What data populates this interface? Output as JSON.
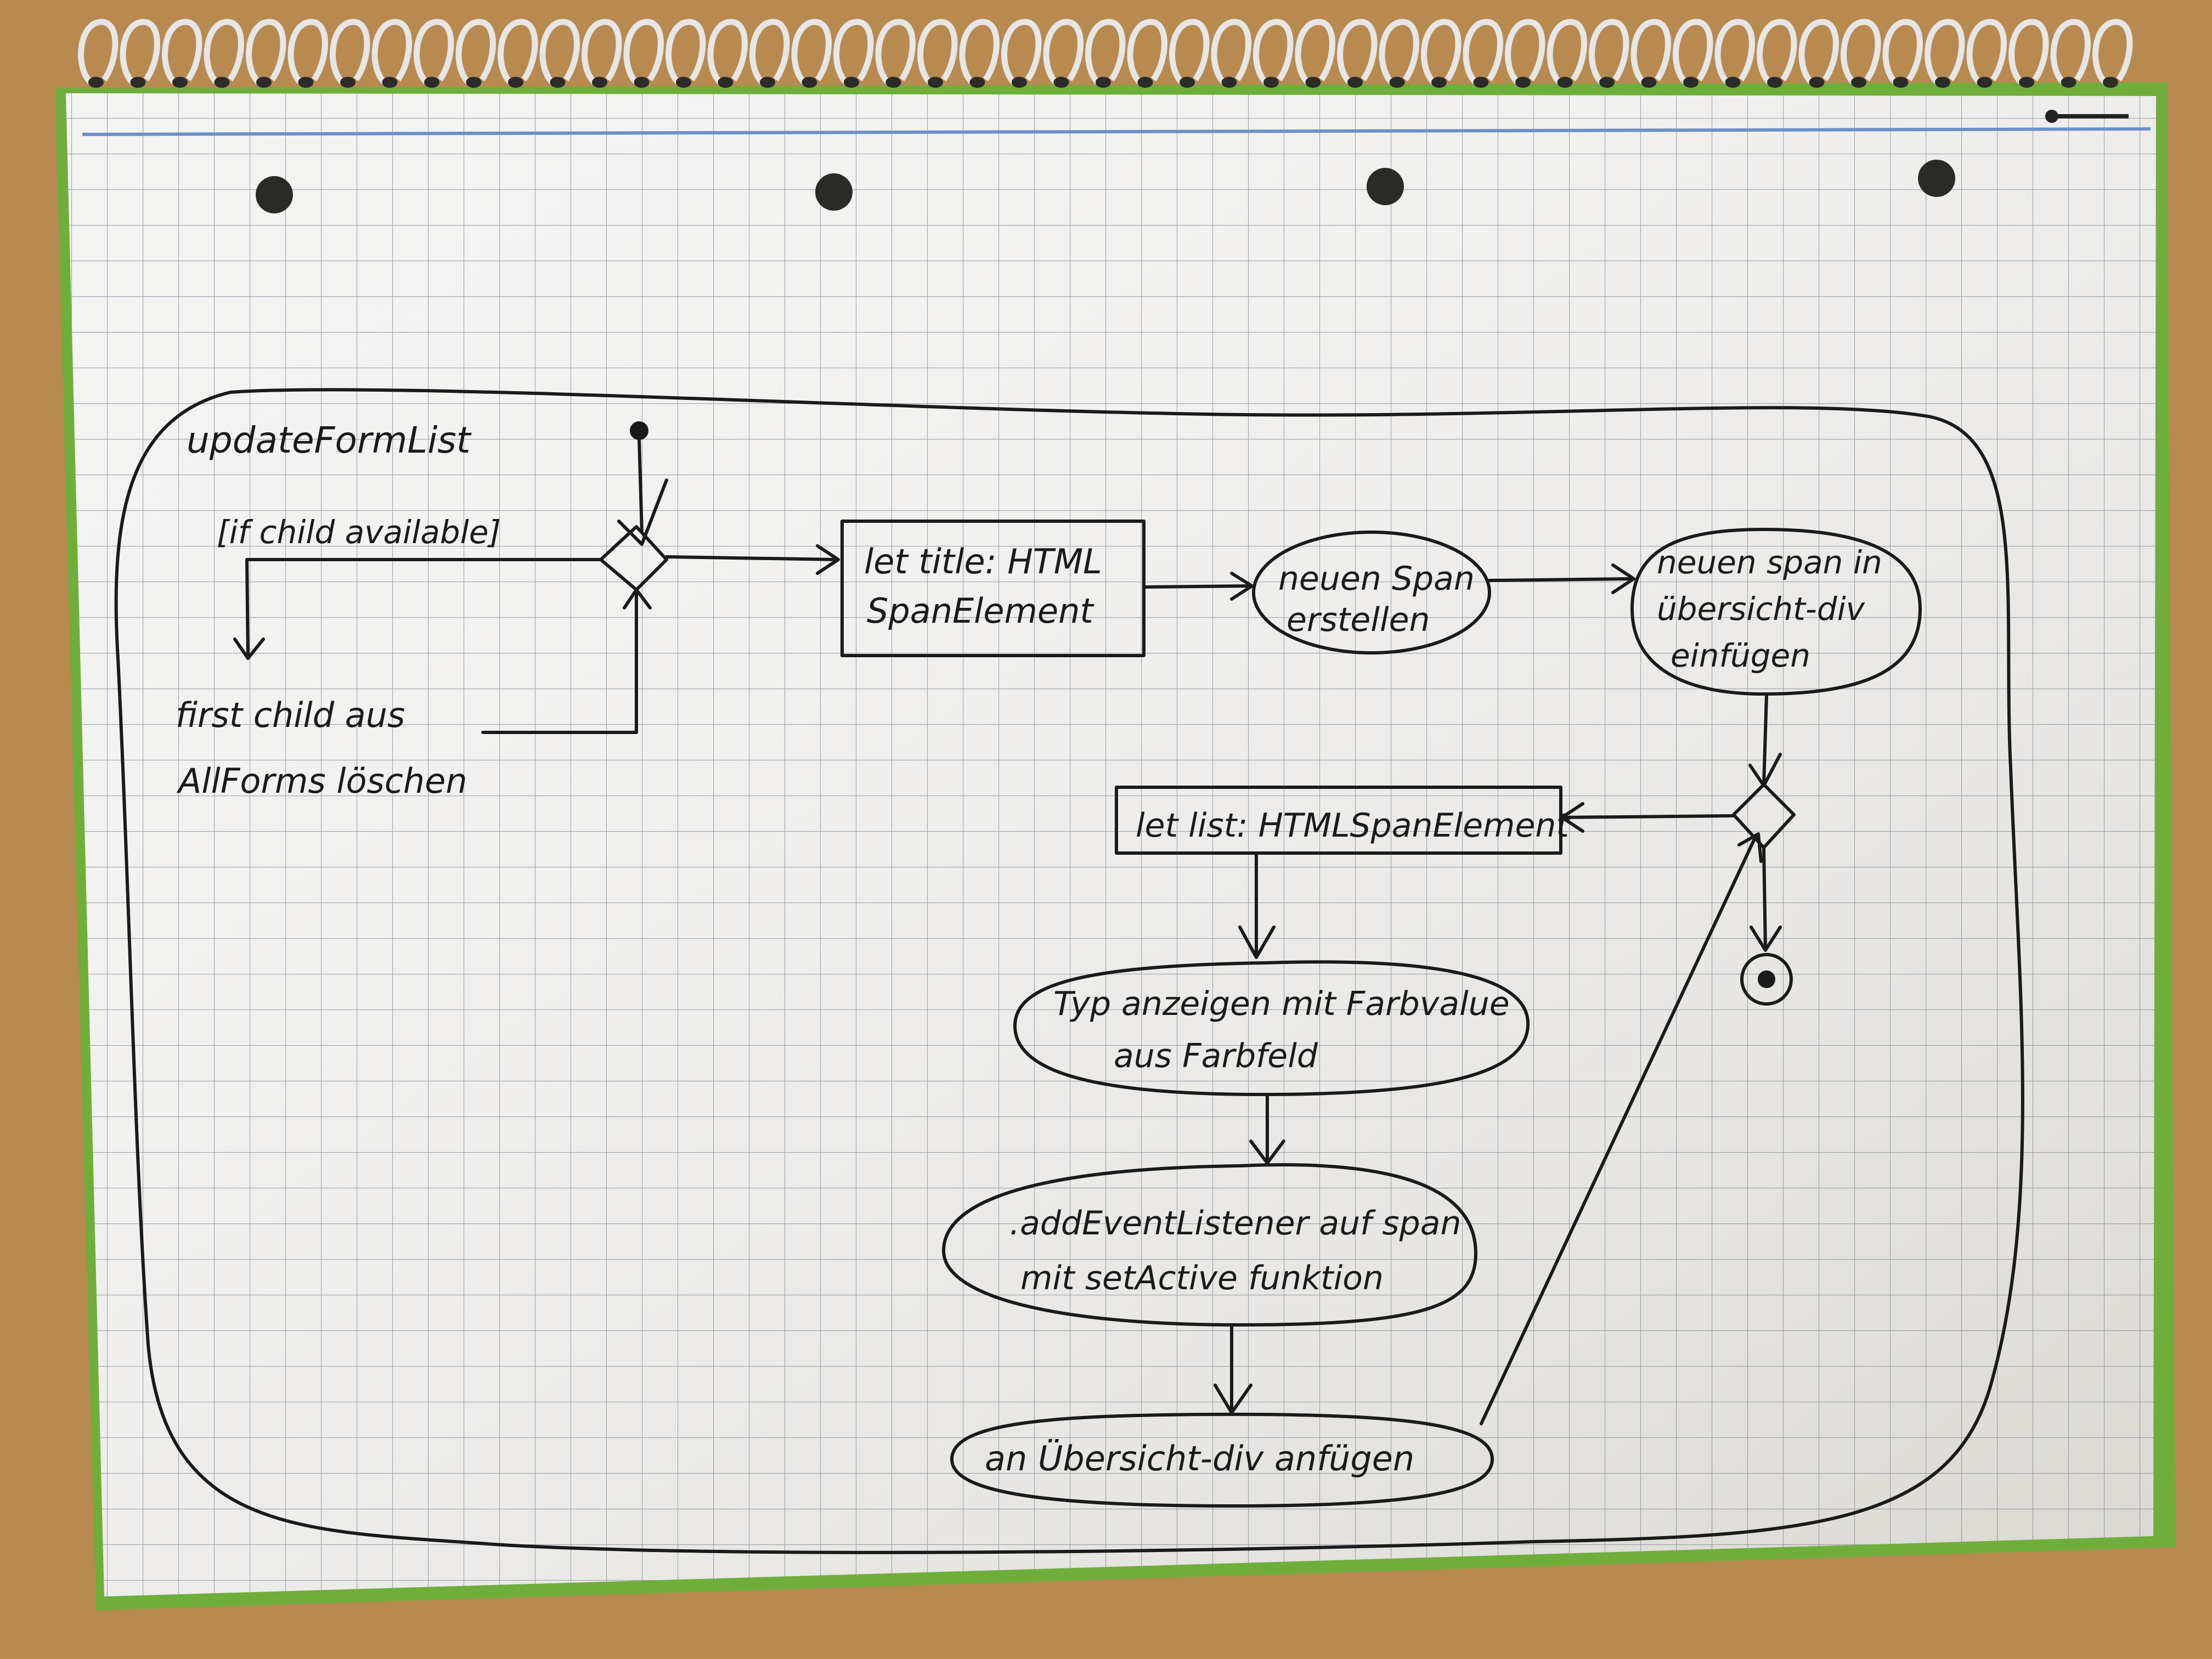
{
  "diagram": {
    "activity_name": "updateFormList",
    "guard_label": "[if child available]",
    "actions": {
      "delete_first_child": [
        "first child aus",
        "AllForms löschen"
      ],
      "create_span": [
        "neuen Span",
        "erstellen"
      ],
      "insert_span": [
        "neuen span in",
        "übersicht-div",
        "einfügen"
      ],
      "show_type": [
        "Typ anzeigen mit Farbvalue",
        "aus Farbfeld"
      ],
      "add_listener": [
        ".addEventListener auf span",
        "mit setActive funktion"
      ],
      "append_overview": [
        "an Übersicht-div anfügen"
      ]
    },
    "objects": {
      "title_object": [
        "let title: HTML",
        "SpanElement"
      ],
      "list_object": [
        "let list: HTMLSpanElement"
      ]
    }
  }
}
